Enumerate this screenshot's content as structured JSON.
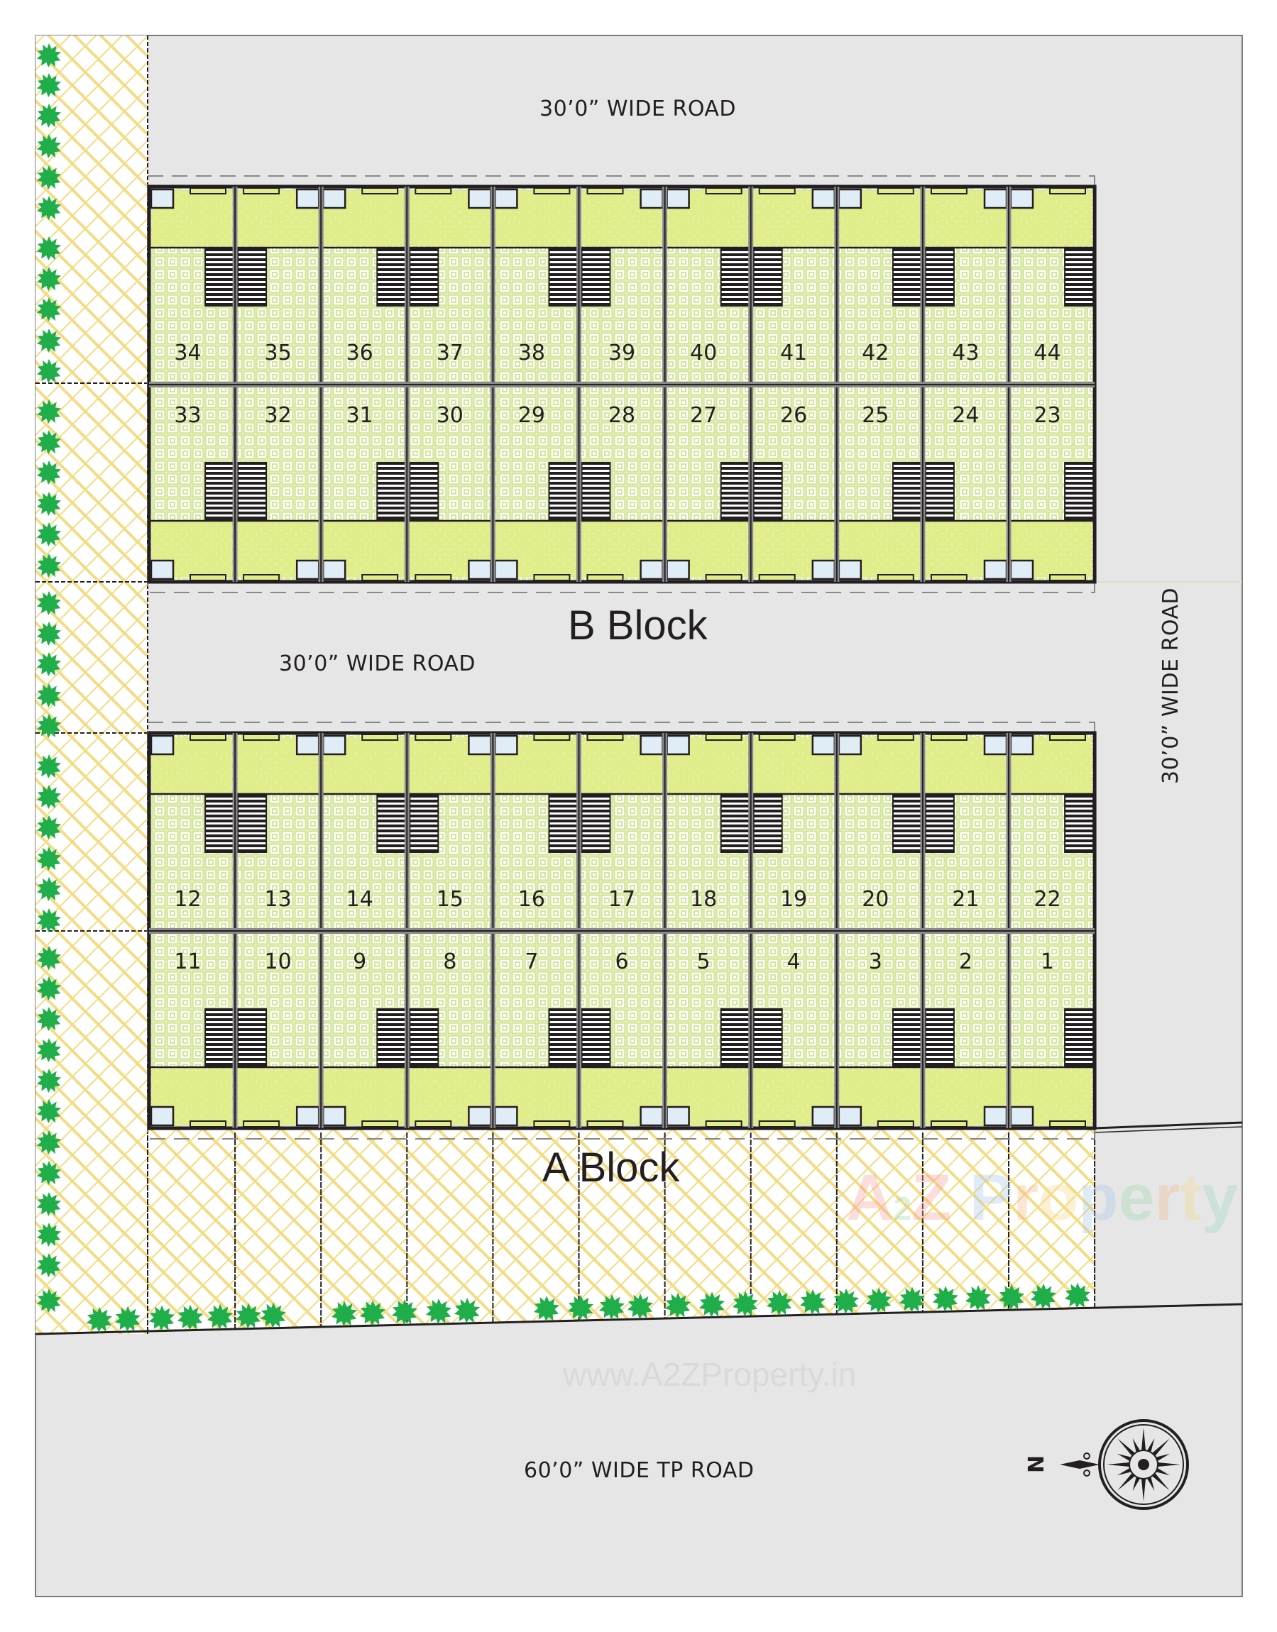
{
  "roads": {
    "top": "30’0” WIDE ROAD",
    "middle": "30’0” WIDE ROAD",
    "right": "30’0” WIDE ROAD",
    "bottom": "60’0” WIDE TP ROAD"
  },
  "blocks": {
    "b": {
      "label": "B Block",
      "top_row": [
        "34",
        "35",
        "36",
        "37",
        "38",
        "39",
        "40",
        "41",
        "42",
        "43",
        "44"
      ],
      "bottom_row": [
        "33",
        "32",
        "31",
        "30",
        "29",
        "28",
        "27",
        "26",
        "25",
        "24",
        "23"
      ]
    },
    "a": {
      "label": "A Block",
      "top_row": [
        "12",
        "13",
        "14",
        "15",
        "16",
        "17",
        "18",
        "19",
        "20",
        "21",
        "22"
      ],
      "bottom_row": [
        "11",
        "10",
        "9",
        "8",
        "7",
        "6",
        "5",
        "4",
        "3",
        "2",
        "1"
      ]
    }
  },
  "watermark": {
    "logo": [
      "A",
      "2",
      "Z",
      " ",
      "P",
      "r",
      "o",
      "p",
      "e",
      "r",
      "t",
      "y"
    ],
    "logo_colors": [
      "#f4a29a",
      "#9fd8b0",
      "#f4a29a",
      "#ffffff",
      "#a9c8ec",
      "#f4b98a",
      "#f6d98a",
      "#a9c8ec",
      "#9fd8b0",
      "#f4b98a",
      "#f6d98a",
      "#9fd8c8"
    ],
    "url": "www.A2ZProperty.in"
  },
  "compass": {
    "north_label": "N"
  },
  "colors": {
    "road": "#e6e6e6",
    "garden_hatch": "#f2dc84",
    "plot_fill": "#e1ec8a",
    "plot_pattern": "#d4e69a",
    "tree": "#1fae49",
    "wall": "#231f20",
    "wall_gray": "#8a8a8a",
    "bath": "#e0ecf6"
  }
}
